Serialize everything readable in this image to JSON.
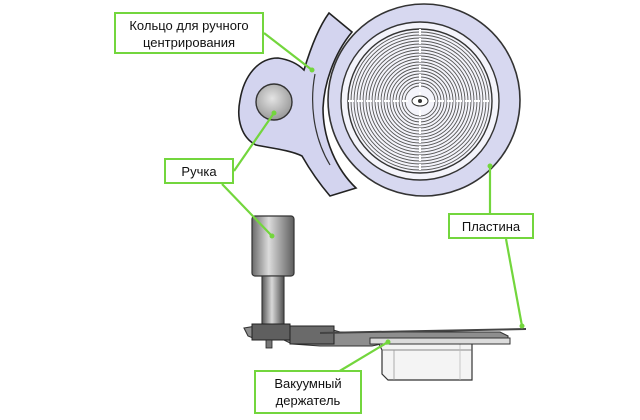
{
  "labels": {
    "ring": {
      "line1": "Кольцо для ручного",
      "line2": "центрирования"
    },
    "handle": "Ручка",
    "wafer": "Пластина",
    "chuck": {
      "line1": "Вакуумный",
      "line2": "держатель"
    }
  },
  "colors": {
    "callout_border": "#73d63d",
    "ring_fill": "#d3d4ef",
    "outline": "#222222",
    "metal_dark": "#6d6d6d",
    "metal_light": "#c9c9c9"
  }
}
